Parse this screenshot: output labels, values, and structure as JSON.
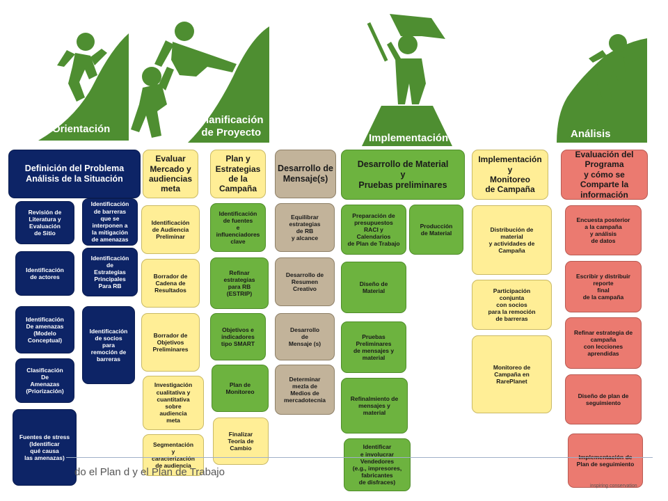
{
  "phases": {
    "orientacion": "Orientación",
    "planificacion": "Planificación\nde Proyecto",
    "implementacion": "Implementación",
    "analisis": "Análisis"
  },
  "columns": {
    "c1": {
      "header": "Definición del Problema\nAnálisis de la Situación",
      "items": [
        "Revisión de\nLiteratura y\nEvaluación\nde Sitio",
        "Identificación\nde actores",
        "Identificación\nDe amenazas\n(Modelo\nConceptual)",
        "Clasificación\nDe\nAmenazas\n(Priorización)",
        "Fuentes de stress\n(Identificar\nqué causa\nlas amenazas)"
      ]
    },
    "c1b": {
      "items": [
        "Identificación\nde barreras\nque se\ninterponen a\nla mitigación\nde amenazas",
        "Identificación\nde\nEstrategias\nPrincipales\nPara RB",
        "Identificación\nde socios\npara\nremoción de\nbarreras"
      ]
    },
    "c2": {
      "header": "Evaluar\nMercado y\naudiencias\nmeta",
      "items": [
        "Identificación\nde Audiencia\nPreliminar",
        "Borrador de\nCadena de\nResultados",
        "Borrador de\nObjetivos\nPreliminares",
        "Investigación\ncualitativa y\ncuantitativa\nsobre\naudiencia\nmeta",
        "Segmentación\ny\ncaracterización\nde audiencia"
      ]
    },
    "c3": {
      "header": "Plan y\nEstrategias\nde la\nCampaña",
      "items": [
        "Identificación\nde fuentes\ne\ninfluenciadores\nclave",
        "Refinar\nestrategias\npara RB\n(ESTRIP)",
        "Objetivos e\nindicadores\ntipo SMART",
        "Plan de\nMonitoreo",
        "Finalizar\nTeoría de\nCambio"
      ]
    },
    "c4": {
      "header": "Desarrollo de\nMensaje(s)",
      "items": [
        "Equilibrar\nestrategias\nde RB\ny alcance",
        "Desarrollo de\nResumen\nCreativo",
        "Desarrollo\nde\nMensaje (s)",
        "Determinar\nmezla de\nMedios de\nmercadotecnia"
      ]
    },
    "c5": {
      "header": "Desarrollo de Material\ny\nPruebas preliminares",
      "items": [
        "Preparación de\npresupuestos\nRACI y\nCalendarios\nde Plan de Trabajo",
        "Diseño de\nMaterial",
        "Pruebas\nPreliminares\nde mensajes y\nmaterial",
        "Refinalmiento de\nmensajes y\nmaterial",
        "Identificar\ne involucrar\nVendedores\n(e.g., impresores,\nfabricantes\nde disfraces)"
      ],
      "side": "Producción\nde Material"
    },
    "c6": {
      "header": "Implementación\ny\nMonitoreo\nde Campaña",
      "items": [
        "Distribución de\nmaterial\ny actividades de\nCampaña",
        "Participación\nconjunta\ncon socios\npara la remoción\nde barreras",
        "Monitoreo de\nCampaña en\nRarePlanet"
      ]
    },
    "c7": {
      "header": "Evaluación del\nPrograma\ny cómo se\nComparte la\ninformación",
      "items": [
        "Encuesta posterior\na la campaña\ny análisis\nde datos",
        "Escribir y distribuir\nreporte\nfinal\nde la campaña",
        "Refinar estrategia de\ncampaña\ncon lecciones\naprendidas",
        "Diseño de plan de\nseguimiento",
        "Implementación de\nPlan de seguimiento"
      ]
    }
  },
  "footer": {
    "text": "do el Plan d        y el Plan de Trabajo",
    "tagline": "inspiring conservation"
  },
  "colors": {
    "navy": "#0d2466",
    "green": "#6db33f",
    "tan": "#c2b39a",
    "yellow": "#ffee96",
    "salmon": "#eb7a70",
    "banner_green": "#4e8e31"
  },
  "icons": [
    "climbing-person-icon",
    "helping-climber-icon",
    "flag-bearer-icon",
    "climbing-person-icon"
  ]
}
